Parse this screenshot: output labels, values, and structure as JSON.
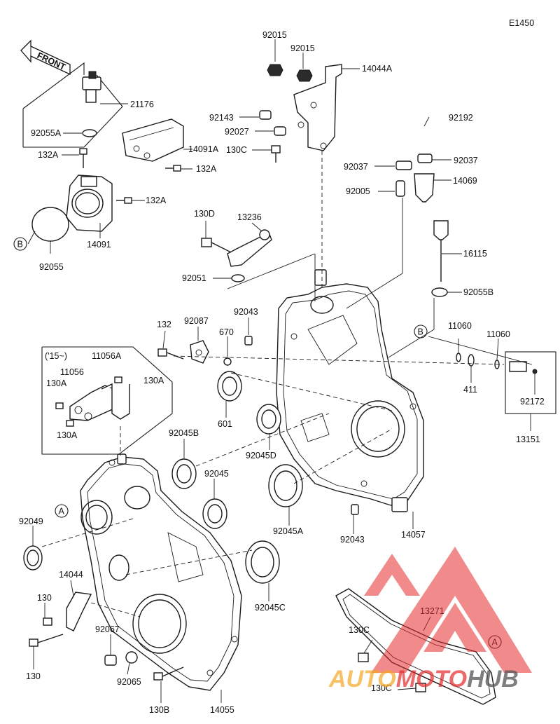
{
  "diagram_code": "E1450",
  "front_label": "FRONT",
  "ref_markers": {
    "a": "A",
    "b": "B"
  },
  "year_note": "('15~)",
  "labels": {
    "p92015_1": "92015",
    "p92015_2": "92015",
    "p14044A": "14044A",
    "p21176": "21176",
    "p92143": "92143",
    "p92192": "92192",
    "p92027": "92027",
    "p92055A": "92055A",
    "p14091A": "14091A",
    "p130C_top": "130C",
    "p132A_1": "132A",
    "p132A_2": "132A",
    "p92037_1": "92037",
    "p92037_2": "92037",
    "p132A_3": "132A",
    "p92005": "92005",
    "p14069": "14069",
    "p130D": "130D",
    "p13236": "13236",
    "p14091": "14091",
    "p92055": "92055",
    "p16115": "16115",
    "p92051": "92051",
    "p92055B": "92055B",
    "p92043_1": "92043",
    "p132": "132",
    "p92087": "92087",
    "p670": "670",
    "p11060_1": "11060",
    "p11060_2": "11060",
    "p11056A": "11056A",
    "p11056": "11056",
    "p130A_1": "130A",
    "p130A_2": "130A",
    "p130A_3": "130A",
    "p411": "411",
    "p92172": "92172",
    "p601": "601",
    "p13151": "13151",
    "p92045B": "92045B",
    "p92045D": "92045D",
    "p92045": "92045",
    "p92049": "92049",
    "p92045A": "92045A",
    "p92043_2": "92043",
    "p14057": "14057",
    "p14044": "14044",
    "p130_1": "130",
    "p13271": "13271",
    "p92045C": "92045C",
    "p130C_2": "130C",
    "p92067": "92067",
    "p130_2": "130",
    "p92065": "92065",
    "p130C_3": "130C",
    "p130B": "130B",
    "p14055": "14055"
  },
  "watermark": {
    "part1": "AUTO",
    "part2": "MOTO",
    "part3": "HUB",
    "color1": "#f5a623",
    "color2": "#e52b2b",
    "color3": "#555555"
  }
}
